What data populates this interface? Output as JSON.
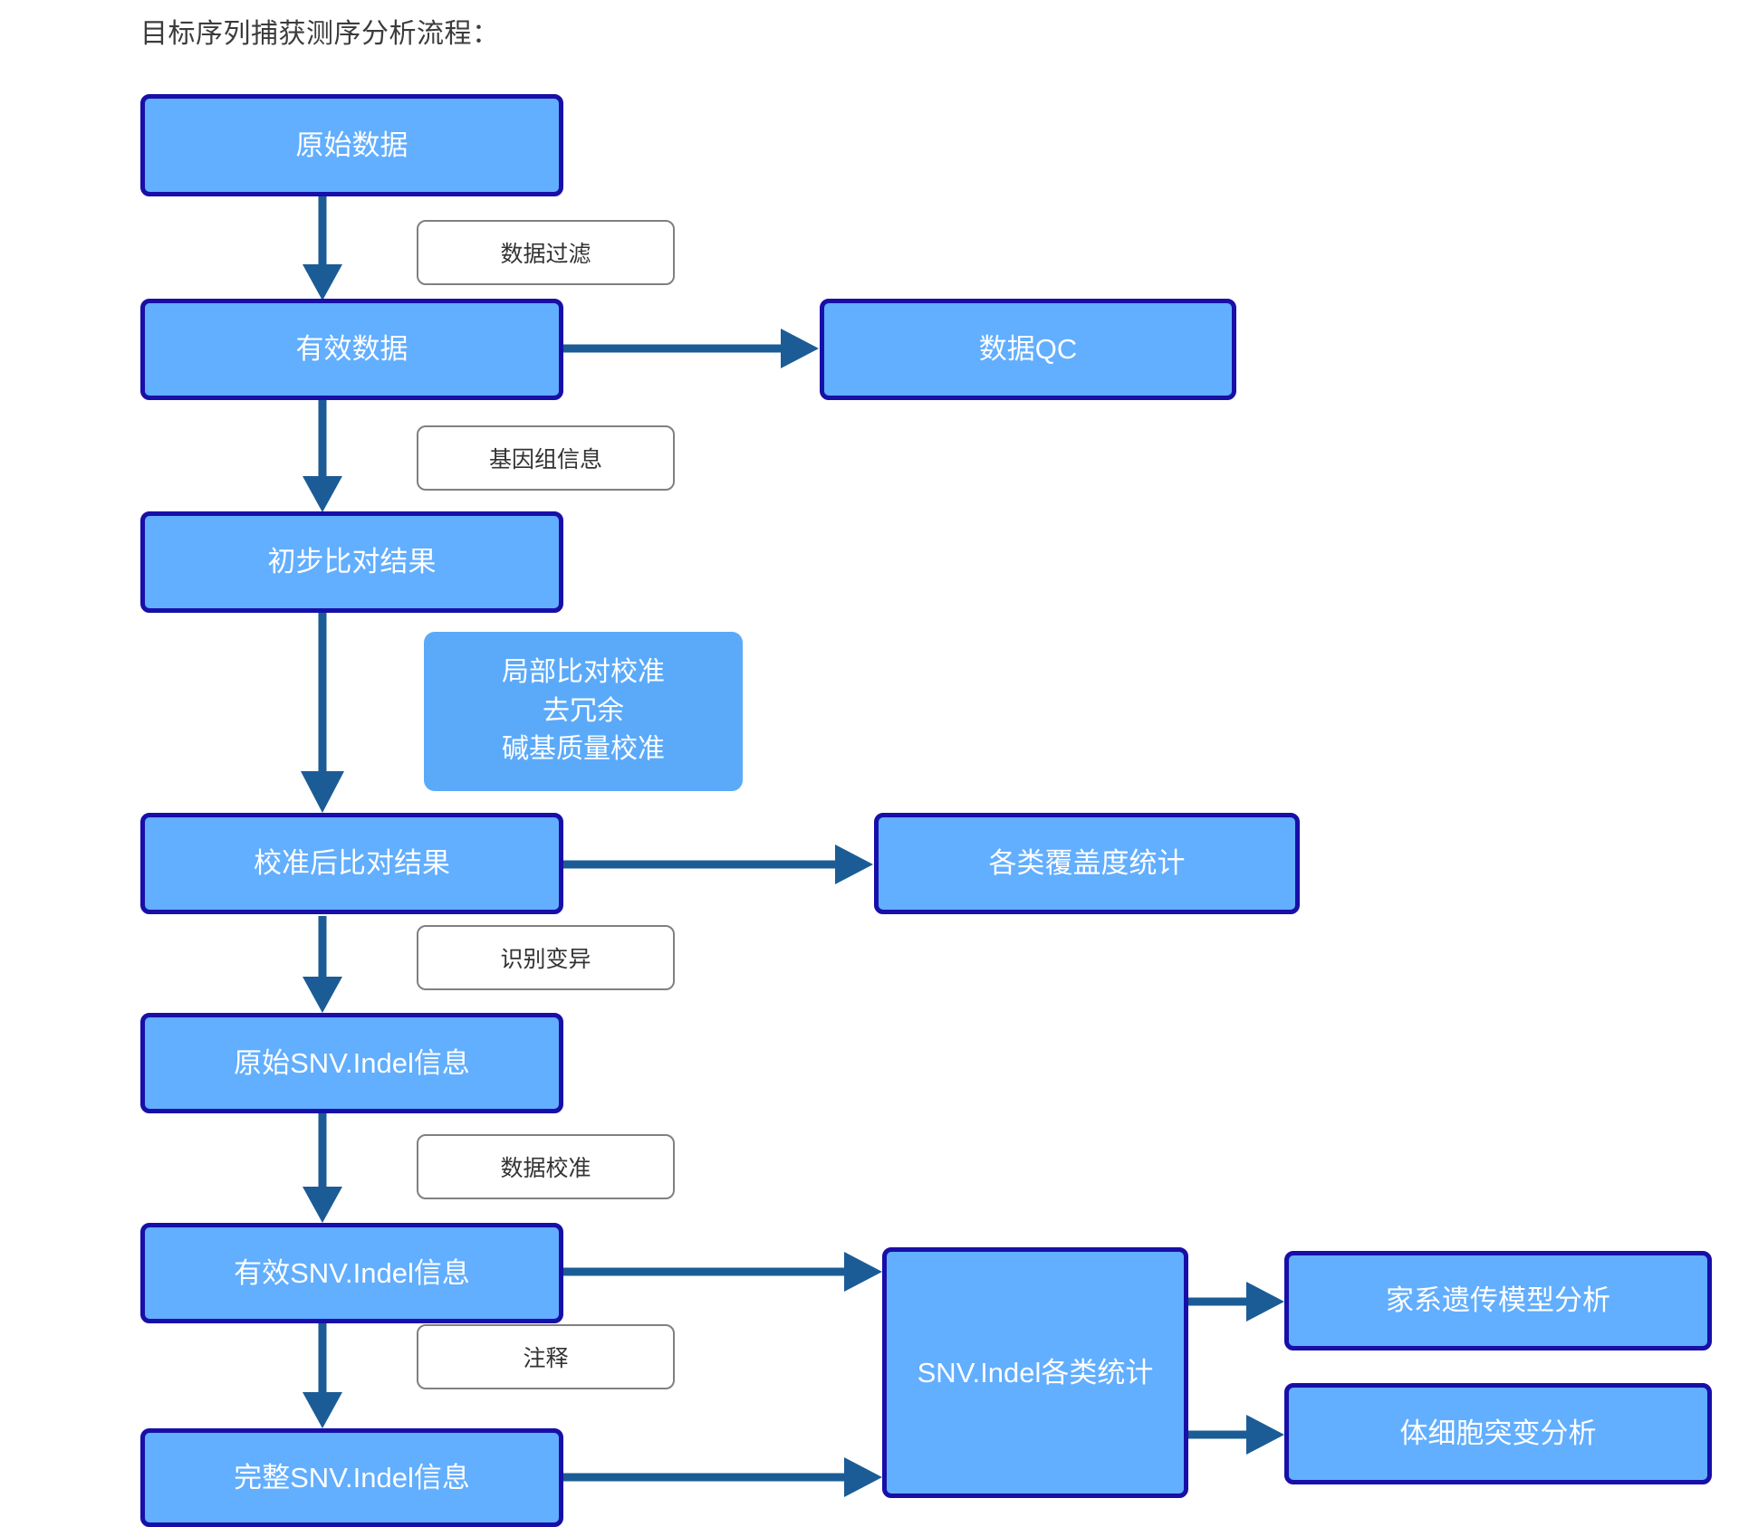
{
  "page": {
    "title": "目标序列捕获测序分析流程：",
    "colors": {
      "node_fill": "#62AEFF",
      "node_border": "#170FA8",
      "note_fill": "#5BAAFA",
      "arrow": "#1B5C96",
      "label_border": "#808080",
      "node_text": "#FFFFFF",
      "title_text": "#3C3C3C"
    }
  },
  "flow": {
    "type": "flowchart",
    "nodes": [
      {
        "id": "raw_data",
        "label": "原始数据",
        "column": "main",
        "style": "bordered"
      },
      {
        "id": "clean_data",
        "label": "有效数据",
        "column": "main",
        "style": "bordered"
      },
      {
        "id": "data_qc",
        "label": "数据QC",
        "column": "right",
        "style": "bordered"
      },
      {
        "id": "initial_align",
        "label": "初步比对结果",
        "column": "main",
        "style": "bordered"
      },
      {
        "id": "realign_note",
        "label": "局部比对校准\n去冗余\n碱基质量校准",
        "column": "note",
        "style": "plain",
        "lines": [
          "局部比对校准",
          "去冗余",
          "碱基质量校准"
        ]
      },
      {
        "id": "calibrated_align",
        "label": "校准后比对结果",
        "column": "main",
        "style": "bordered"
      },
      {
        "id": "coverage_stats",
        "label": "各类覆盖度统计",
        "column": "right",
        "style": "bordered"
      },
      {
        "id": "raw_snv",
        "label": "原始SNV.Indel信息",
        "column": "main",
        "style": "bordered"
      },
      {
        "id": "valid_snv",
        "label": "有效SNV.Indel信息",
        "column": "main",
        "style": "bordered"
      },
      {
        "id": "full_snv",
        "label": "完整SNV.Indel信息",
        "column": "main",
        "style": "bordered"
      },
      {
        "id": "snv_stats",
        "label": "SNV.Indel各类统计",
        "column": "right",
        "style": "bordered"
      },
      {
        "id": "pedigree",
        "label": "家系遗传模型分析",
        "column": "far",
        "style": "bordered"
      },
      {
        "id": "somatic",
        "label": "体细胞突变分析",
        "column": "far",
        "style": "bordered"
      }
    ],
    "edge_labels": [
      {
        "id": "filter",
        "label": "数据过滤"
      },
      {
        "id": "genome_info",
        "label": "基因组信息"
      },
      {
        "id": "call_var",
        "label": "识别变异"
      },
      {
        "id": "recal",
        "label": "数据校准"
      },
      {
        "id": "annotate",
        "label": "注释"
      }
    ],
    "edges": [
      {
        "from": "raw_data",
        "to": "clean_data",
        "label": "数据过滤",
        "direction": "down"
      },
      {
        "from": "clean_data",
        "to": "data_qc",
        "label": "",
        "direction": "right"
      },
      {
        "from": "clean_data",
        "to": "initial_align",
        "label": "基因组信息",
        "direction": "down"
      },
      {
        "from": "initial_align",
        "to": "calibrated_align",
        "label": "",
        "direction": "down"
      },
      {
        "from": "calibrated_align",
        "to": "coverage_stats",
        "label": "",
        "direction": "right"
      },
      {
        "from": "calibrated_align",
        "to": "raw_snv",
        "label": "识别变异",
        "direction": "down"
      },
      {
        "from": "raw_snv",
        "to": "valid_snv",
        "label": "数据校准",
        "direction": "down"
      },
      {
        "from": "valid_snv",
        "to": "snv_stats",
        "label": "",
        "direction": "right"
      },
      {
        "from": "valid_snv",
        "to": "full_snv",
        "label": "注释",
        "direction": "down"
      },
      {
        "from": "full_snv",
        "to": "snv_stats",
        "label": "",
        "direction": "right"
      },
      {
        "from": "snv_stats",
        "to": "pedigree",
        "label": "",
        "direction": "right"
      },
      {
        "from": "snv_stats",
        "to": "somatic",
        "label": "",
        "direction": "right"
      }
    ]
  }
}
